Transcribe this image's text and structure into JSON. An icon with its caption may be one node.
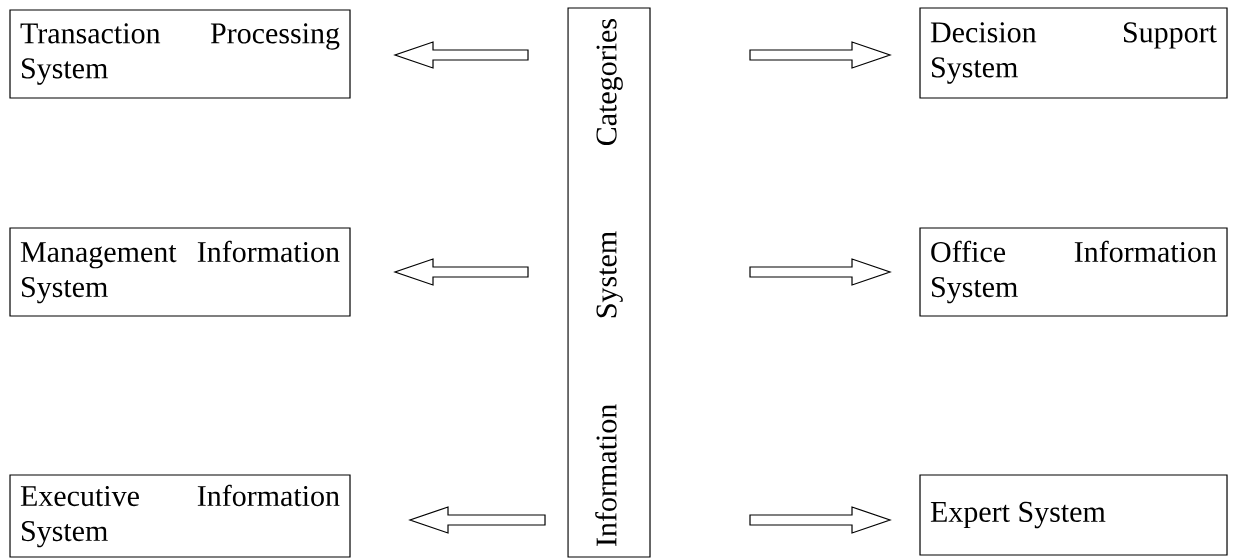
{
  "diagram": {
    "nodes": [
      {
        "text": [
          "Transaction Processing System"
        ]
      },
      {
        "text": [
          "Information System Categories"
        ]
      },
      {
        "text": [
          "Decision Support System"
        ]
      },
      {
        "text": [
          "Management Information System"
        ]
      },
      {
        "text": [
          "Office Information System"
        ]
      },
      {
        "text": [
          "Executive Information System"
        ]
      },
      {
        "text": [
          "Expert System"
        ]
      }
    ],
    "edges": [
      {
        "from": 1,
        "to": 0,
        "arrow": "to"
      },
      {
        "from": 1,
        "to": 2,
        "arrow": "to"
      },
      {
        "from": 1,
        "to": 3,
        "arrow": "to"
      },
      {
        "from": 1,
        "to": 4,
        "arrow": "to"
      },
      {
        "from": 1,
        "to": 5,
        "arrow": "to"
      },
      {
        "from": 1,
        "to": 6,
        "arrow": "to"
      }
    ]
  }
}
